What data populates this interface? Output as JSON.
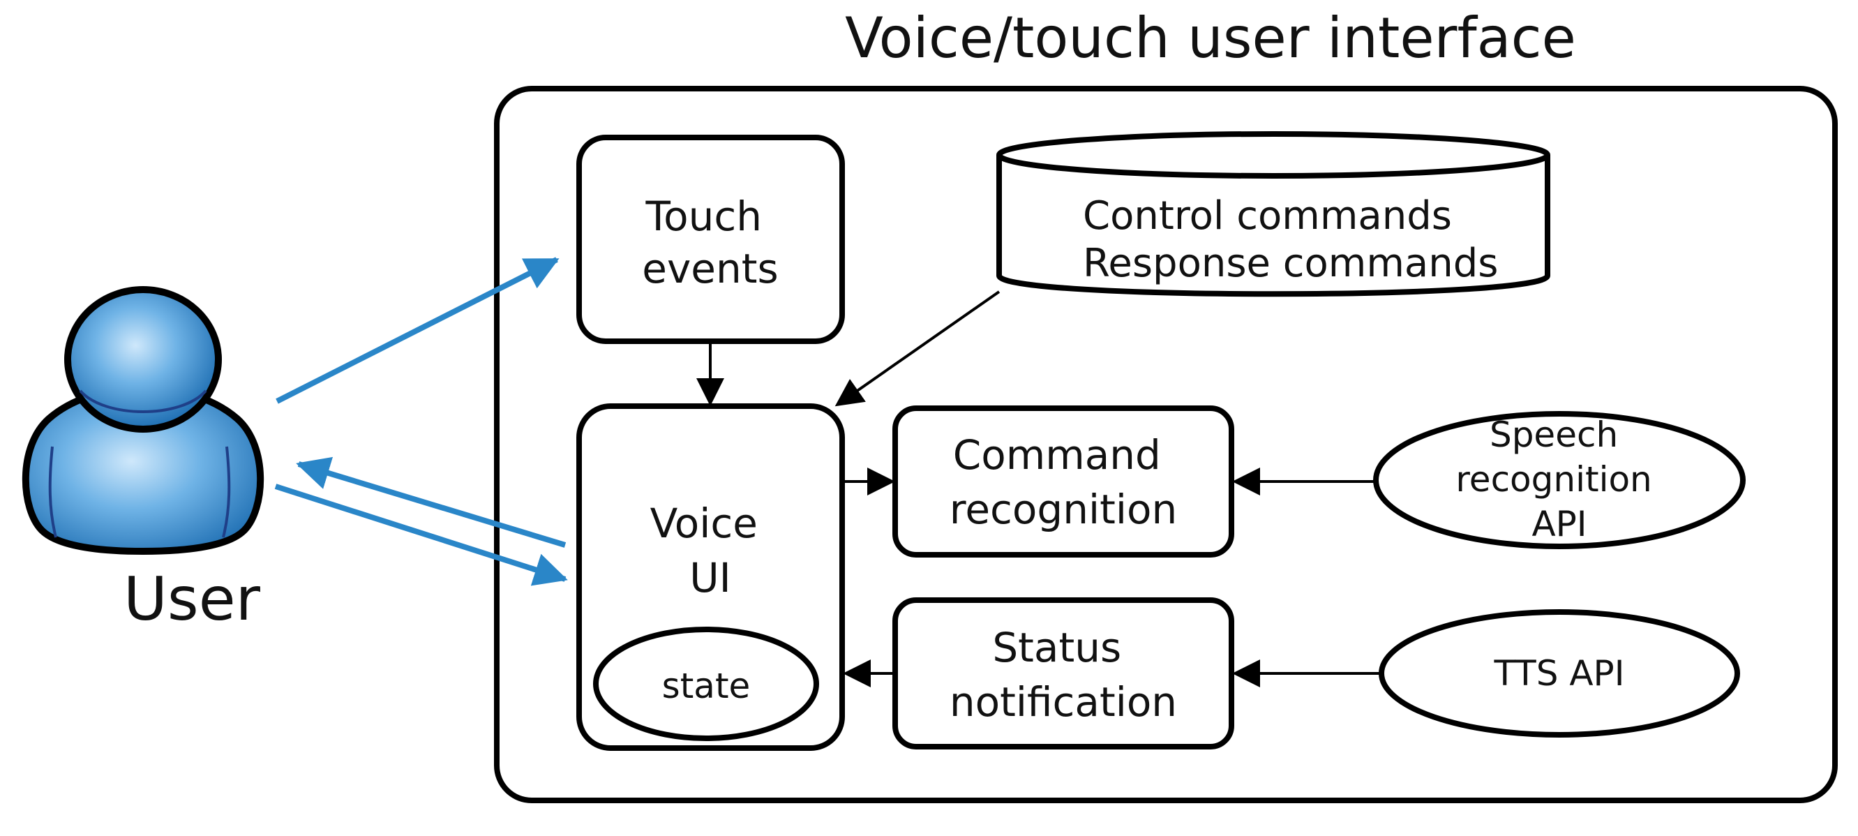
{
  "title": "Voice/touch user interface",
  "user": {
    "label": "User"
  },
  "nodes": {
    "touch_events": [
      "Touch",
      "events"
    ],
    "commands_db": [
      "Control commands",
      "Response commands"
    ],
    "voice_ui": [
      "Voice",
      "UI"
    ],
    "state": "state",
    "command_recognition": [
      "Command",
      "recognition"
    ],
    "status_notification": [
      "Status",
      "notification"
    ],
    "speech_api": [
      "Speech",
      "recognition",
      "API"
    ],
    "tts_api": "TTS API"
  },
  "colors": {
    "user_arrow": "#2a86c8",
    "user_body": "#3a8fd0",
    "outline": "#000000"
  }
}
